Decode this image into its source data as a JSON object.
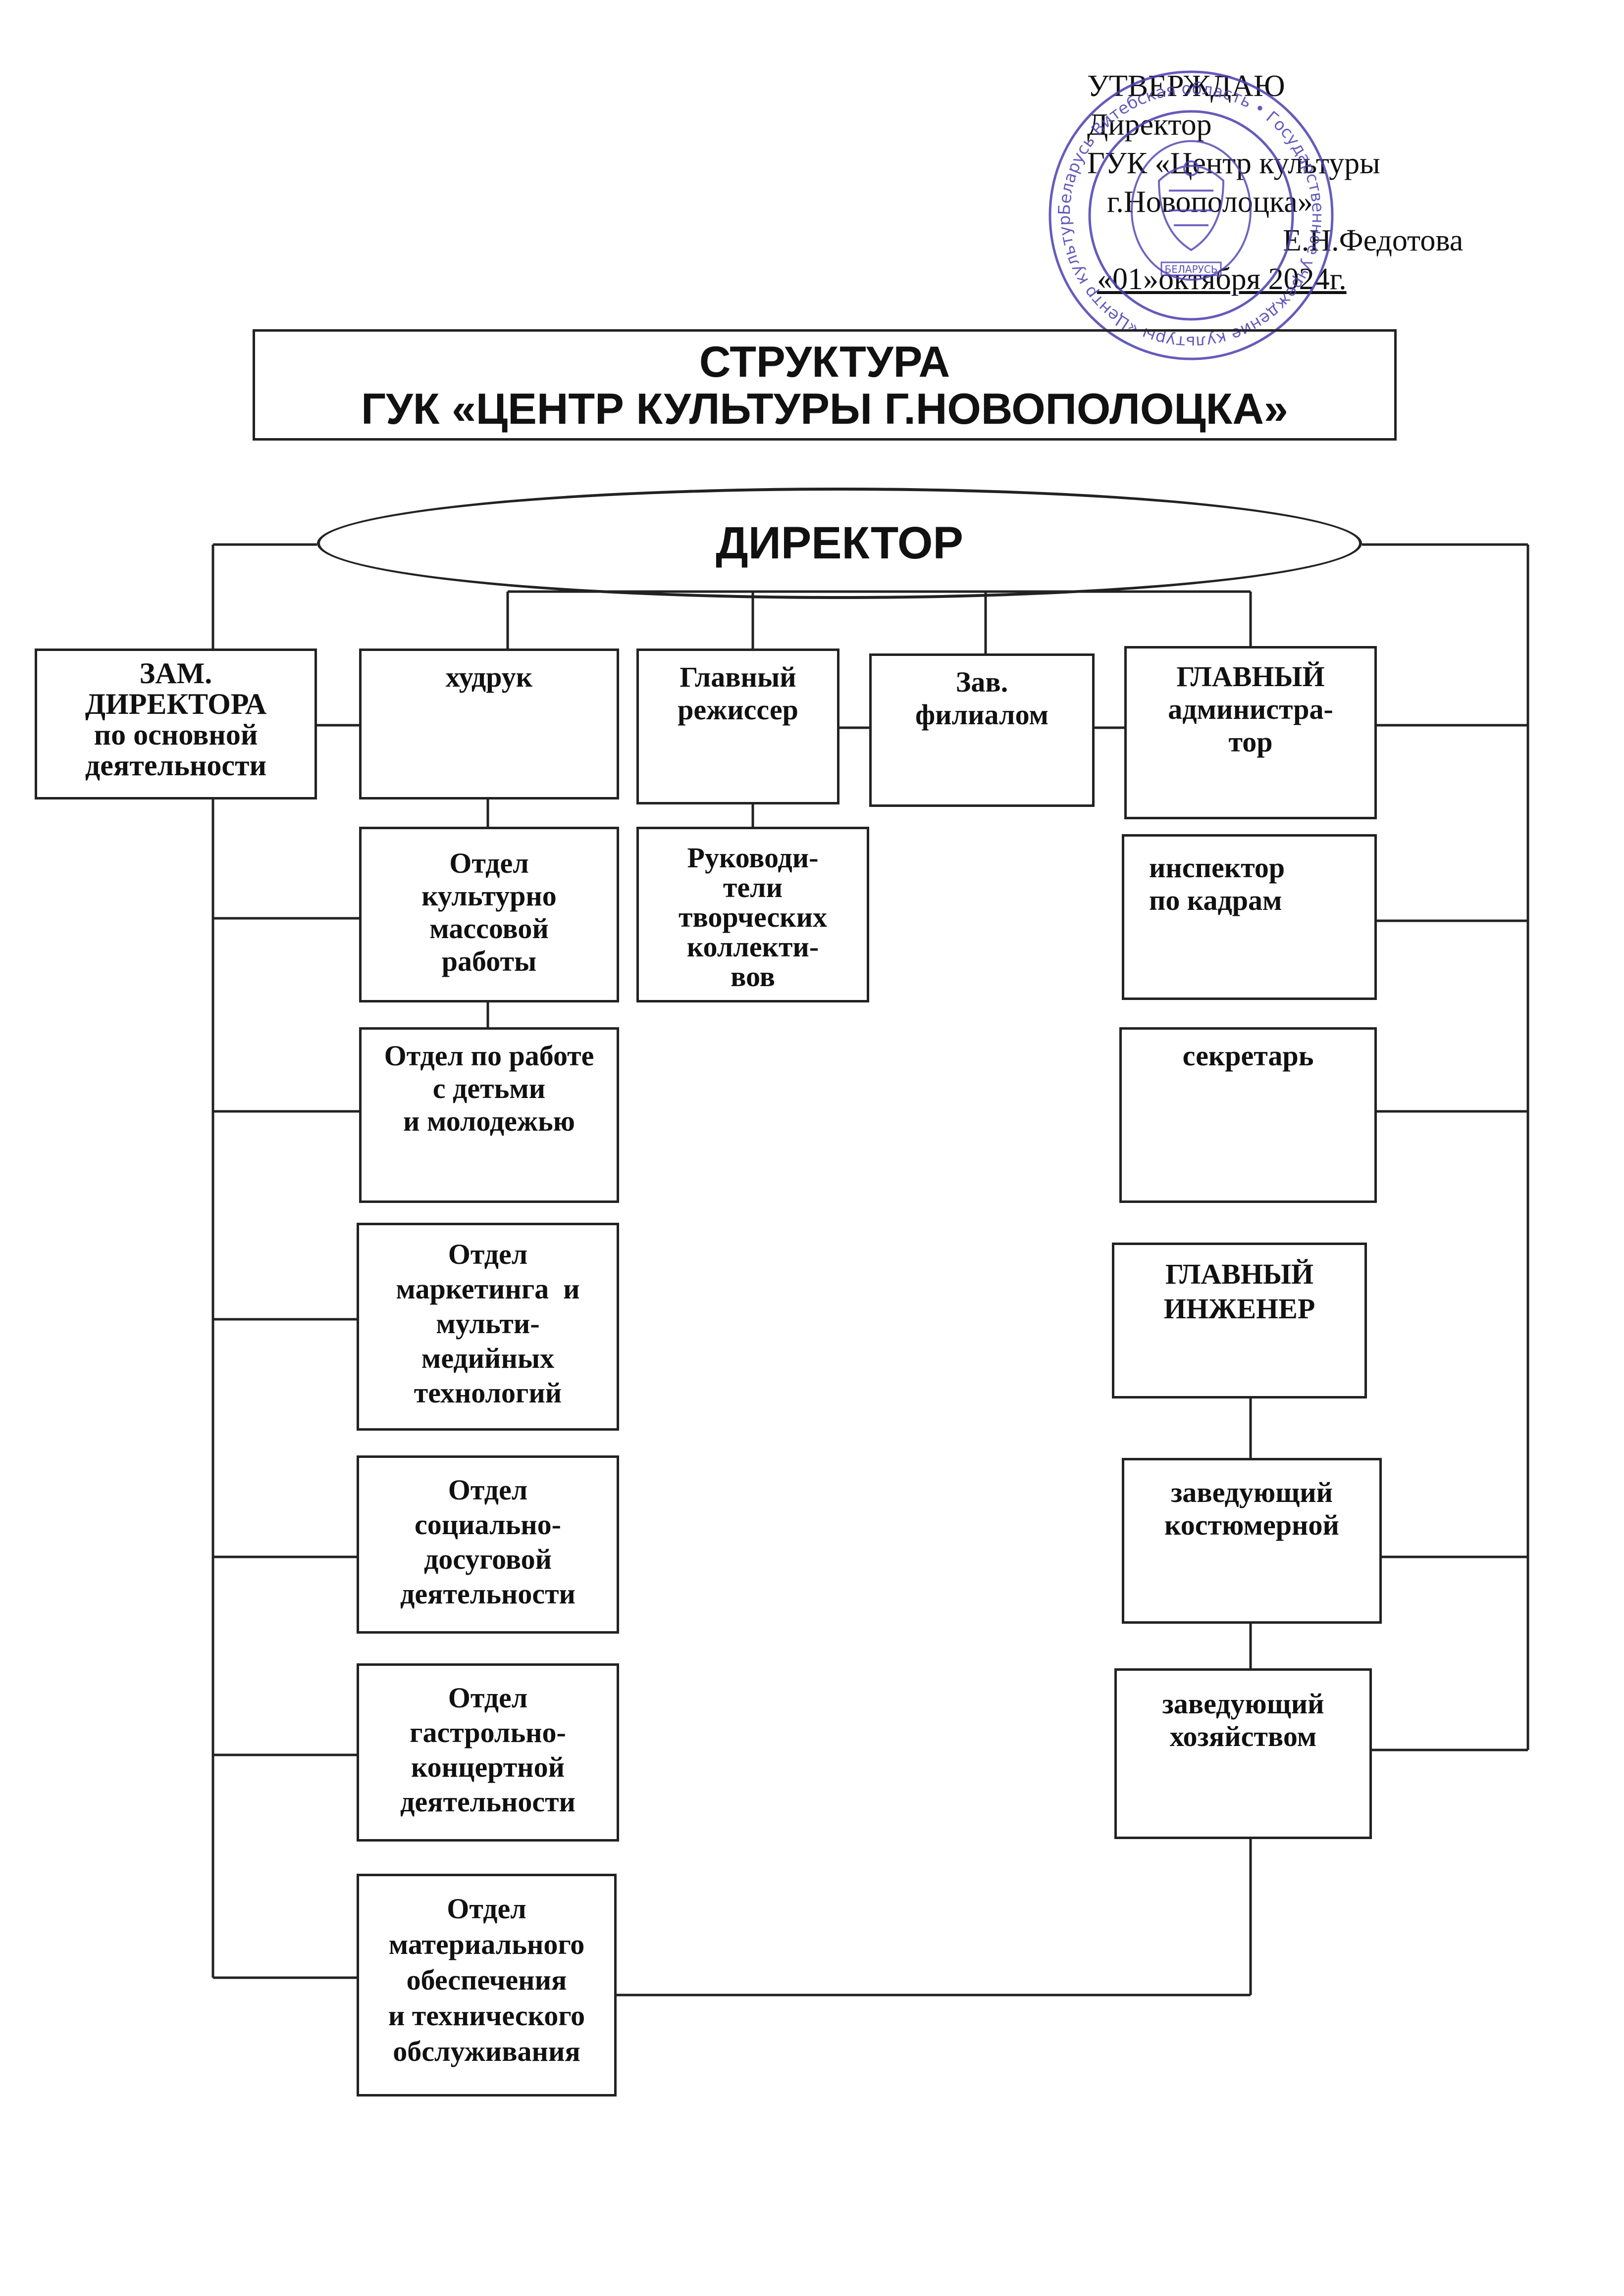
{
  "approval": {
    "line1": "УТВЕРЖДАЮ",
    "line2": "Директор",
    "line3": "ГУК «Центр культуры",
    "line4": "г.Новополоцка»",
    "line5": "Е.Н.Федотова",
    "line6": "«01»октября 2024г."
  },
  "stamp": {
    "outer_text": "Беларусь Витебская область • Государственное учреждение культуры «Центр культуры г.Новополоцка» • Республика",
    "emblem_text": "БЕЛАРУСЬ",
    "color": "#4b3fb0"
  },
  "title": {
    "line1": "СТРУКТУРА",
    "line2": "ГУК «ЦЕНТР КУЛЬТУРЫ Г.НОВОПОЛОЦКА»"
  },
  "director": "ДИРЕКТОР",
  "units": {
    "deputy": [
      "ЗАМ.",
      "ДИРЕКТОРА",
      "по основной",
      "деятельности"
    ],
    "art_director": [
      "худрук"
    ],
    "chief_director": [
      "Главный",
      "режиссер"
    ],
    "branch_head": [
      "Зав.",
      "филиалом"
    ],
    "chief_admin": [
      "ГЛАВНЫЙ",
      "администра-",
      "тор"
    ],
    "dept_mass_culture": [
      "Отдел",
      "культурно",
      "массовой",
      "работы"
    ],
    "dept_youth": [
      "Отдел по работе",
      "с детьми",
      "и молодежью"
    ],
    "dept_marketing": [
      "Отдел",
      "маркетинга  и",
      "мульти-",
      "медийных",
      "технологий"
    ],
    "dept_social": [
      "Отдел",
      "социально-",
      "досуговой",
      "деятельности"
    ],
    "dept_touring": [
      "Отдел",
      "гастрольно-",
      "концертной",
      "деятельности"
    ],
    "dept_material": [
      "Отдел",
      "материального",
      "обеспечения",
      "и технического",
      "обслуживания"
    ],
    "creative_leaders": [
      "Руководи-",
      "тели",
      "творческих",
      "коллекти-",
      "вов"
    ],
    "hr_inspector": [
      "инспектор",
      "по кадрам"
    ],
    "secretary": [
      "секретарь"
    ],
    "chief_engineer": [
      "ГЛАВНЫЙ",
      "ИНЖЕНЕР"
    ],
    "costume_head": [
      "заведующий",
      "костюмерной"
    ],
    "household_head": [
      "заведующий",
      "хозяйством"
    ]
  }
}
